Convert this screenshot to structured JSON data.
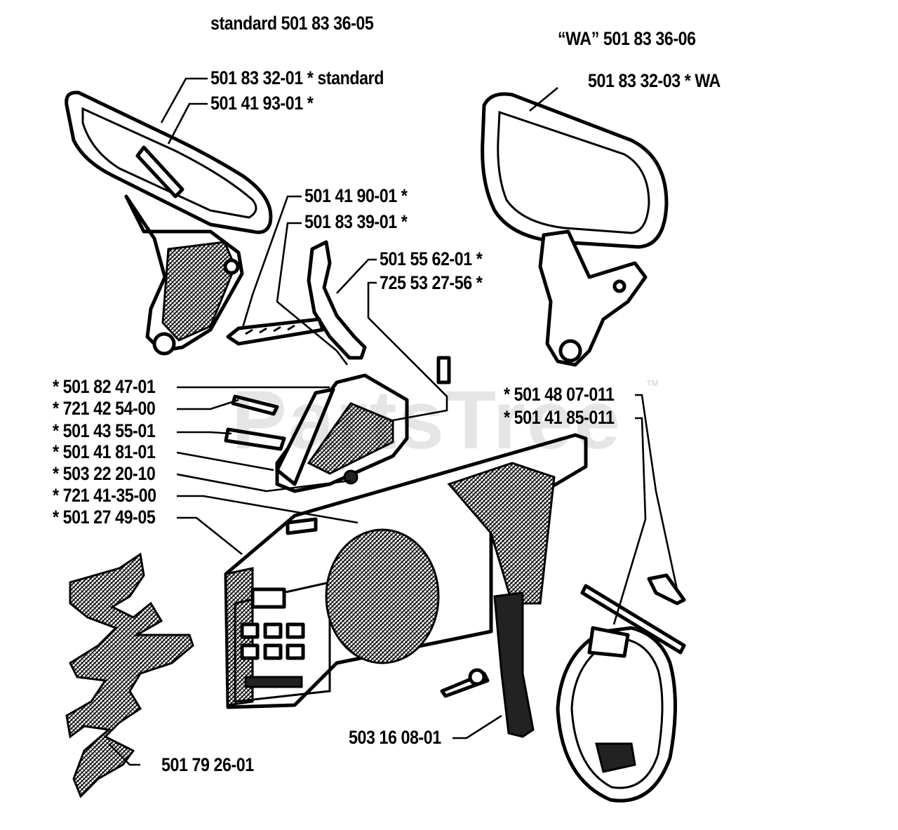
{
  "header": {
    "standard_assembly": "standard 501 83 36-05",
    "wa_assembly": "“WA” 501 83 36-06"
  },
  "labels": {
    "p501833201": "501 83 32-01  * standard",
    "p501419301": "501 41 93-01  *",
    "p501833203": "501 83 32-03  * WA",
    "p501419001": "501 41 90-01  *",
    "p501833901": "501 83 39-01  *",
    "p501556201": "501 55 62-01  *",
    "p725532756": "725 53 27-56  *",
    "p501824701": "*  501 82 47-01",
    "p721425400": "*  721 42 54-00",
    "p501435501": "*  501 43 55-01",
    "p501418101": "*  501 41 81-01",
    "p503222010": "*  503 22 20-10",
    "p721413500": "*  721 41-35-00",
    "p501274905": "*  501 27 49-05",
    "p501480701": "* 501 48 07-011",
    "p501418501": "* 501 41 85-011",
    "p503160801": "503 16 08-01",
    "p501792601": "501 79 26-01"
  },
  "watermark": {
    "text": "PartsTree",
    "trademark": "™"
  }
}
